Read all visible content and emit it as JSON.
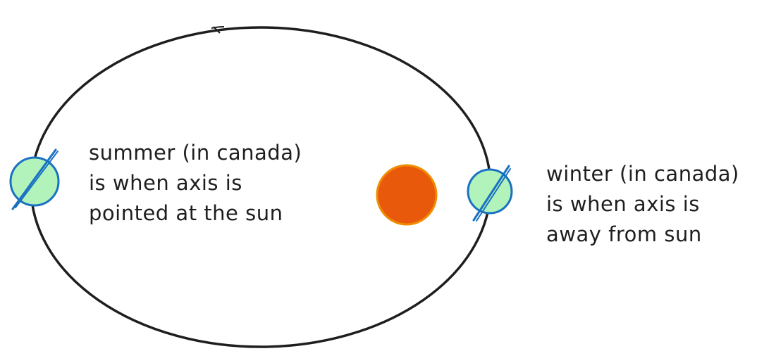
{
  "labels": {
    "summer": {
      "lines": [
        "summer (in canada)",
        "is when axis is",
        "pointed at the sun"
      ]
    },
    "winter": {
      "lines": [
        "winter (in canada)",
        "is when axis is",
        "away from sun"
      ]
    }
  },
  "colors": {
    "orbit_stroke": "#1e1e1e",
    "earth_fill": "#b2f2bb",
    "earth_stroke": "#1971c2",
    "axis_stroke": "#1971c2",
    "sun_fill": "#e8590c",
    "sun_stroke": "#f08c00",
    "text": "#1e1e1e"
  },
  "icons": {
    "earth": "earth-icon",
    "sun": "sun-icon"
  }
}
